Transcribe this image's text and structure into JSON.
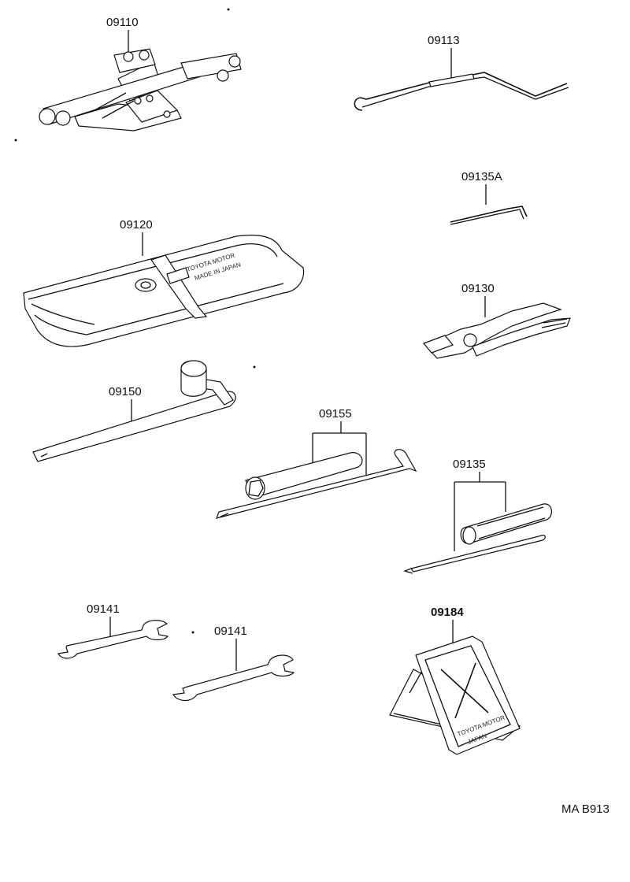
{
  "parts": [
    {
      "id": "jack",
      "label": "09110"
    },
    {
      "id": "jack_handle",
      "label": "09113"
    },
    {
      "id": "tool_bag",
      "label": "09120",
      "print": [
        "TOYOTA MOTOR",
        "MADE IN JAPAN"
      ]
    },
    {
      "id": "hex_key",
      "label": "09135A"
    },
    {
      "id": "pliers",
      "label": "09130"
    },
    {
      "id": "lug_wrench",
      "label": "09150"
    },
    {
      "id": "plug_wrench",
      "label": "09155"
    },
    {
      "id": "screwdriver",
      "label": "09135"
    },
    {
      "id": "spanner_1",
      "label": "09141"
    },
    {
      "id": "spanner_2",
      "label": "09141"
    },
    {
      "id": "warning_triangle",
      "label": "09184",
      "print": [
        "TOYOTA MOTOR",
        "JAPAN"
      ]
    }
  ],
  "code": "MA B913"
}
